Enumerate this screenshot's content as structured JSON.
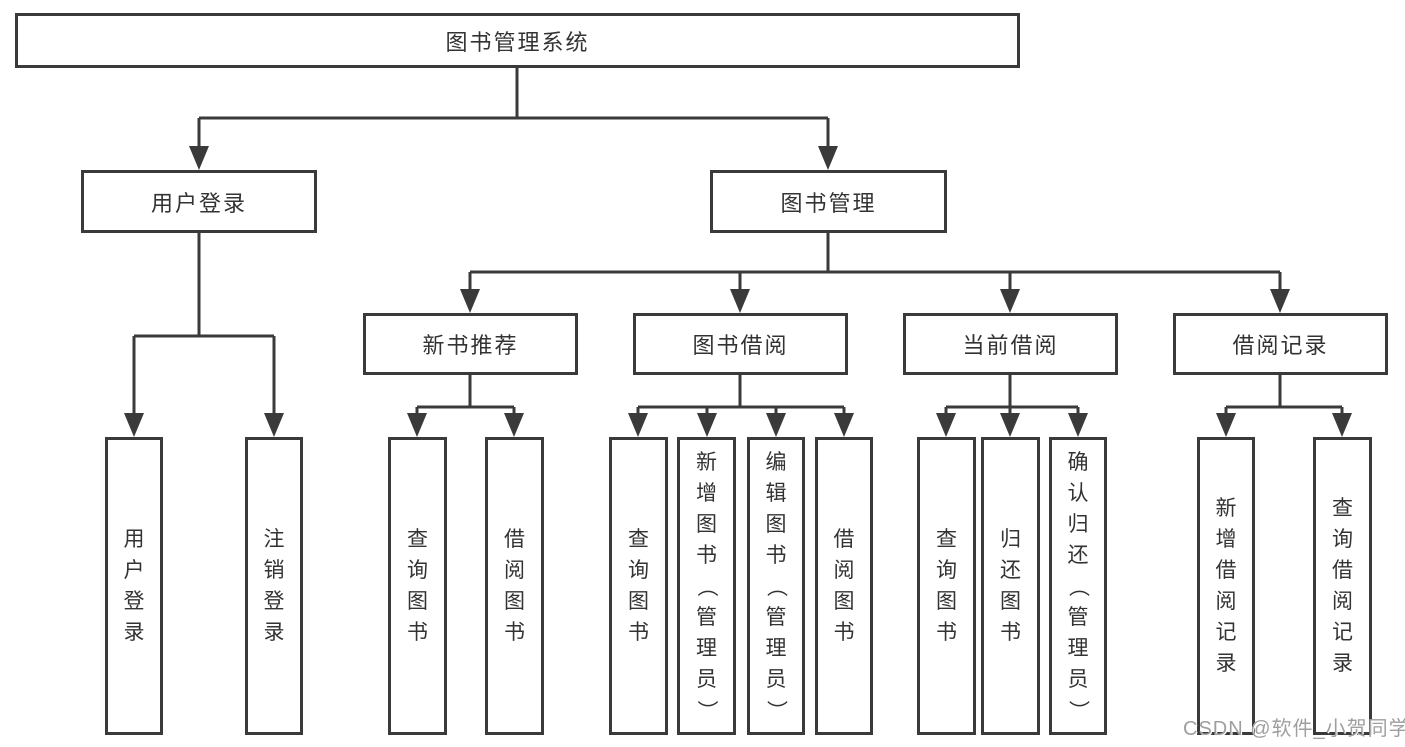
{
  "diagram": {
    "type": "tree",
    "root": {
      "label": "图书管理系统"
    },
    "branches": [
      {
        "label": "用户登录",
        "children": [
          {
            "label": "用户登录"
          },
          {
            "label": "注销登录"
          }
        ]
      },
      {
        "label": "图书管理",
        "children": [
          {
            "label": "新书推荐",
            "children": [
              {
                "label": "查询图书"
              },
              {
                "label": "借阅图书"
              }
            ]
          },
          {
            "label": "图书借阅",
            "children": [
              {
                "label": "查询图书"
              },
              {
                "label": "新增图书（管理员）"
              },
              {
                "label": "编辑图书（管理员）"
              },
              {
                "label": "借阅图书"
              }
            ]
          },
          {
            "label": "当前借阅",
            "children": [
              {
                "label": "查询图书"
              },
              {
                "label": "归还图书"
              },
              {
                "label": "确认归还（管理员）"
              }
            ]
          },
          {
            "label": "借阅记录",
            "children": [
              {
                "label": "新增借阅记录"
              },
              {
                "label": "查询借阅记录"
              }
            ]
          }
        ]
      }
    ]
  },
  "watermark": {
    "text": "CSDN @软件_小贺同学"
  },
  "style": {
    "line_color": "#3a3a3a",
    "text_color": "#333333",
    "watermark_color": "#9f9f9f",
    "background": "#ffffff"
  }
}
